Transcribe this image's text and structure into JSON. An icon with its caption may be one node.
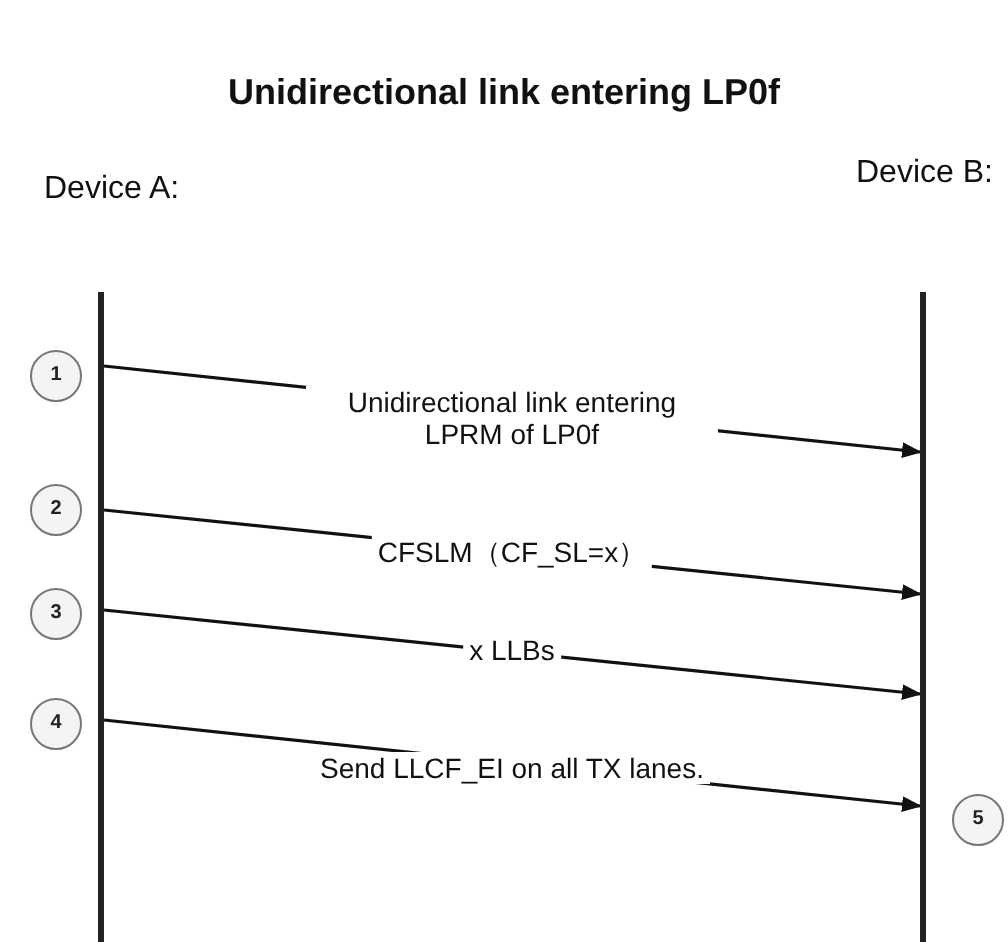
{
  "diagram": {
    "title": "Unidirectional link entering LP0f",
    "nodes": [
      {
        "text": [
          "Device A:"
        ]
      },
      {
        "text": [
          "Device B:"
        ]
      },
      {
        "text": [
          "1"
        ]
      },
      {
        "text": [
          "2"
        ]
      },
      {
        "text": [
          "3"
        ]
      },
      {
        "text": [
          "4"
        ]
      },
      {
        "text": [
          "5"
        ]
      }
    ],
    "edges": [
      {
        "from": 0,
        "to": 1,
        "arrow": "to",
        "label": "Unidirectional link entering LPRM of LP0f"
      },
      {
        "from": 0,
        "to": 1,
        "arrow": "to",
        "label": "CFSLM（CF_SL=x）"
      },
      {
        "from": 0,
        "to": 1,
        "arrow": "to",
        "label": "x LLBs"
      },
      {
        "from": 0,
        "to": 1,
        "arrow": "to",
        "label": "Send LLCF_EI on all TX lanes."
      }
    ]
  }
}
